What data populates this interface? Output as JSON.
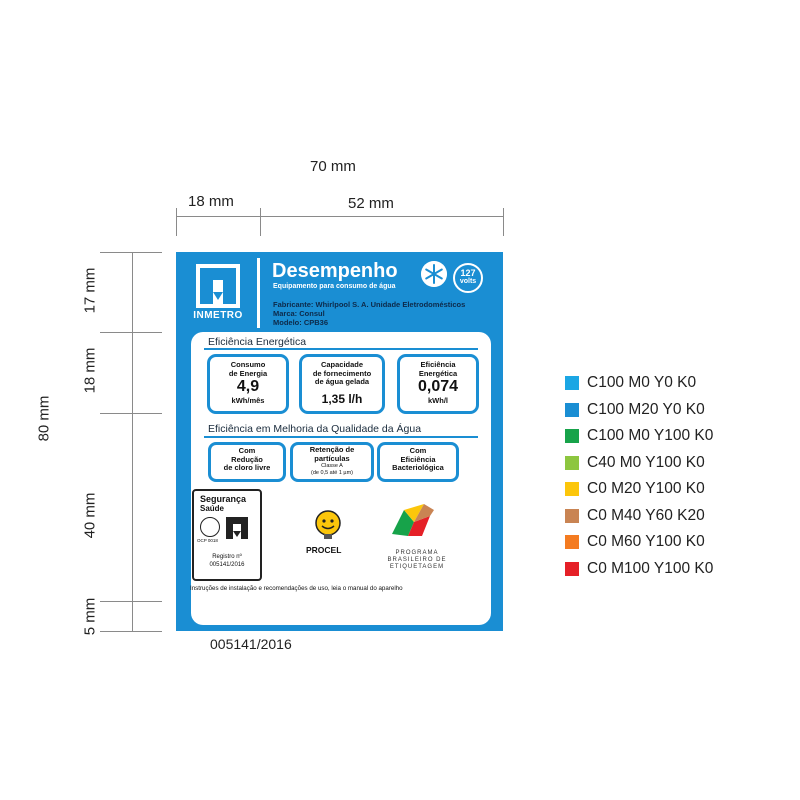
{
  "dimensions": {
    "total_width": "70 mm",
    "left_width": "18 mm",
    "right_width": "52 mm",
    "total_height": "80 mm",
    "heights": [
      "17 mm",
      "18 mm",
      "40 mm",
      "5 mm"
    ]
  },
  "label": {
    "inmetro": "INMETRO",
    "title": "Desempenho",
    "subtitle": "Equipamento para consumo de água",
    "volts_value": "127",
    "volts_unit": "volts",
    "fabricante": "Fabricante: Whirlpool S. A. Unidade Eletrodomésticos",
    "marca": "Marca: Consul",
    "modelo": "Modelo: CPB36",
    "energy_section": "Eficiência Energética",
    "energy_boxes": [
      {
        "label_1": "Consumo",
        "label_2": "de Energia",
        "value": "4,9",
        "unit": "kWh/mês"
      },
      {
        "label_1": "Capacidade",
        "label_2": "de fornecimento",
        "label_3": "de água gelada",
        "value": "1,35 l/h"
      },
      {
        "label_1": "Eficiência",
        "label_2": "Energética",
        "value": "0,074",
        "unit": "kWh/l"
      }
    ],
    "quality_section": "Eficiência em Melhoria da Qualidade da Água",
    "quality_boxes": [
      {
        "line_1": "Com",
        "line_2": "Redução",
        "line_3": "de cloro livre"
      },
      {
        "line_1": "Retenção de",
        "line_2": "partículas",
        "note_1": "Classe A",
        "note_2": "(de 0,5 até 1 µm)"
      },
      {
        "line_1": "Com",
        "line_2": "Eficiência",
        "line_3": "Bacteriológica"
      }
    ],
    "seguranca_title": "Segurança",
    "seguranca_sub": "Saúde",
    "ocp": "OCP 0018",
    "registro_label": "Registro nº",
    "registro_num": "005141/2016",
    "procel": "PROCEL",
    "program_1": "PROGRAMA",
    "program_2": "BRASILEIRO DE",
    "program_3": "ETIQUETAGEM",
    "footer": "Instruções de instalação e recomendações de uso, leia o manual do aparelho"
  },
  "registration_below": "005141/2016",
  "colors": {
    "label_blue": "#1a8ed3"
  },
  "legend": [
    {
      "text": "C100 M0 Y0 K0",
      "color": "#1ba6e4"
    },
    {
      "text": "C100 M20 Y0 K0",
      "color": "#1a8ed3"
    },
    {
      "text": "C100 M0 Y100 K0",
      "color": "#17a34a"
    },
    {
      "text": "C40 M0 Y100 K0",
      "color": "#8dc63f"
    },
    {
      "text": "C0 M20 Y100 K0",
      "color": "#fcc60b"
    },
    {
      "text": "C0 M40 Y60 K20",
      "color": "#c98453"
    },
    {
      "text": "C0 M60 Y100 K0",
      "color": "#f47b20"
    },
    {
      "text": "C0 M100 Y100 K0",
      "color": "#e52027"
    }
  ]
}
